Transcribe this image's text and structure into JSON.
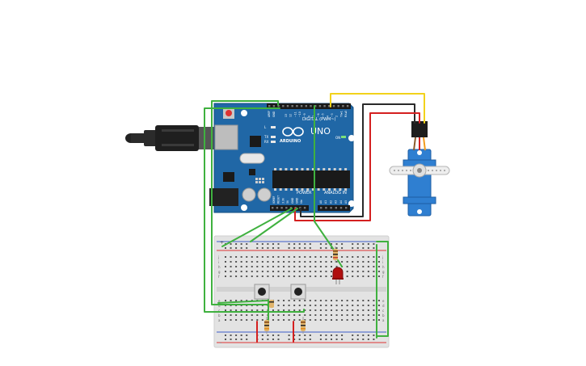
{
  "board": {
    "name": "UNO",
    "brand": "ARDUINO",
    "digital_label": "DIGITAL (PWM~)",
    "power_label": "POWER",
    "analog_label": "ANALOG IN",
    "on_label": "ON",
    "tx_label": "TX",
    "rx_label": "RX",
    "l_label": "L",
    "aref_label": "AREF",
    "gnd_label": "GND",
    "digital_pins": [
      "13",
      "12",
      "~11",
      "~10",
      "~9",
      "8",
      "7",
      "~6",
      "~5",
      "4",
      "~3",
      "2",
      "TX▸1",
      "RX◂0"
    ],
    "power_pins": [
      "IOREF",
      "RESET",
      "3.3V",
      "5V",
      "GND",
      "GND",
      "Vin"
    ],
    "analog_pins": [
      "A0",
      "A1",
      "A2",
      "A3",
      "A4",
      "A5"
    ]
  },
  "breadboard": {
    "row_letters": [
      "a",
      "b",
      "c",
      "d",
      "e",
      "f",
      "g",
      "h",
      "i",
      "j"
    ],
    "rail_plus": "+",
    "rail_minus": "-"
  },
  "colors": {
    "board": "#2067a6",
    "board_dark": "#154f82",
    "wire_green": "#3fb13f",
    "wire_yellow": "#f2d21b",
    "wire_red": "#d42020",
    "wire_black": "#2a2a2a",
    "servo": "#2f7fd1",
    "led": "#b00e0e",
    "breadboard": "#e3e3e3"
  }
}
